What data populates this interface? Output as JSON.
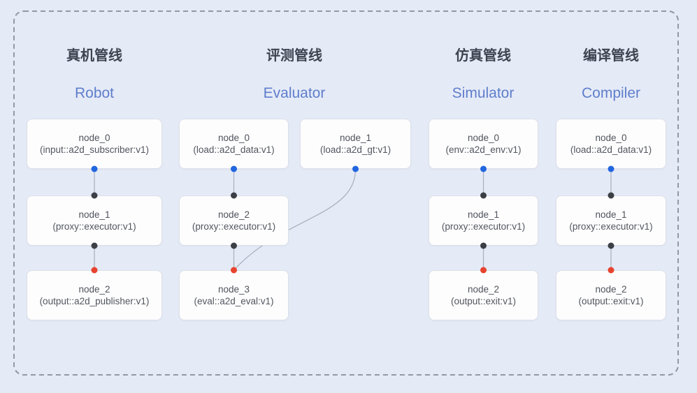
{
  "colors": {
    "background": "#e5eaf7",
    "frame_dash": "#9298a4",
    "edge": "#a9afbc",
    "node_fill": "#fdfdfe",
    "node_border": "#dce0e7",
    "title_zh_color": "#3d4450",
    "title_en_color": "#5e7ecb",
    "dot_blue": "#2166df",
    "dot_dark": "#3c4046",
    "dot_red": "#e7432e"
  },
  "pipelines": [
    {
      "title_zh": "真机管线",
      "title_en": "Robot",
      "nodes": [
        {
          "name": "node_0",
          "type": "(input::a2d_subscriber:v1)"
        },
        {
          "name": "node_1",
          "type": "(proxy::executor:v1)"
        },
        {
          "name": "node_2",
          "type": "(output::a2d_publisher:v1)"
        }
      ]
    },
    {
      "title_zh": "评测管线",
      "title_en": "Evaluator",
      "nodes": [
        {
          "name": "node_0",
          "type": "(load::a2d_data:v1)"
        },
        {
          "name": "node_1",
          "type": "(load::a2d_gt:v1)"
        },
        {
          "name": "node_2",
          "type": "(proxy::executor:v1)"
        },
        {
          "name": "node_3",
          "type": "(eval::a2d_eval:v1)"
        }
      ]
    },
    {
      "title_zh": "仿真管线",
      "title_en": "Simulator",
      "nodes": [
        {
          "name": "node_0",
          "type": "(env::a2d_env:v1)"
        },
        {
          "name": "node_1",
          "type": "(proxy::executor:v1)"
        },
        {
          "name": "node_2",
          "type": "(output::exit:v1)"
        }
      ]
    },
    {
      "title_zh": "编译管线",
      "title_en": "Compiler",
      "nodes": [
        {
          "name": "node_0",
          "type": "(load::a2d_data:v1)"
        },
        {
          "name": "node_1",
          "type": "(proxy::executor:v1)"
        },
        {
          "name": "node_2",
          "type": "(output::exit:v1)"
        }
      ]
    }
  ]
}
